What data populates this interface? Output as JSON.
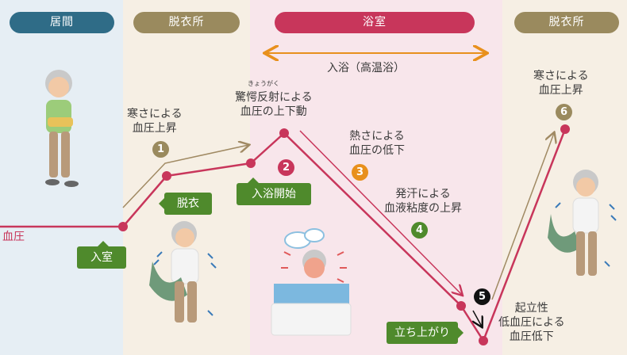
{
  "zones": {
    "living": "居間",
    "dressing_before": "脱衣所",
    "bathroom": "浴室",
    "dressing_after": "脱衣所"
  },
  "bath_span_label": "入浴（高温浴）",
  "axis_label": "血圧",
  "events": {
    "enter_room": "入室",
    "undress": "脱衣",
    "bath_start": "入浴開始",
    "stand_up": "立ち上がり"
  },
  "ruby": "きょうがく",
  "annotations": [
    {
      "number": "1",
      "lines": [
        "寒さによる",
        "血圧上昇"
      ],
      "color": "#9a8a5e"
    },
    {
      "number": "2",
      "lines": [
        "驚愕反射による",
        "血圧の上下動"
      ],
      "color": "#c8365b"
    },
    {
      "number": "3",
      "lines": [
        "熱さによる",
        "血圧の低下"
      ],
      "color": "#e8901c"
    },
    {
      "number": "4",
      "lines": [
        "発汗による",
        "血液粘度の上昇"
      ],
      "color": "#4f8a2c"
    },
    {
      "number": "5",
      "lines": [
        "起立性",
        "低血圧による",
        "血圧低下"
      ],
      "color": "#111111"
    },
    {
      "number": "6",
      "lines": [
        "寒さによる",
        "血圧上昇"
      ],
      "color": "#9a8a5e"
    }
  ],
  "colors": {
    "pressure_line": "#c8365b",
    "trend_arrow": "#a08a63",
    "bath_arrow": "#e8901c",
    "event_tag": "#4f8a2c"
  }
}
